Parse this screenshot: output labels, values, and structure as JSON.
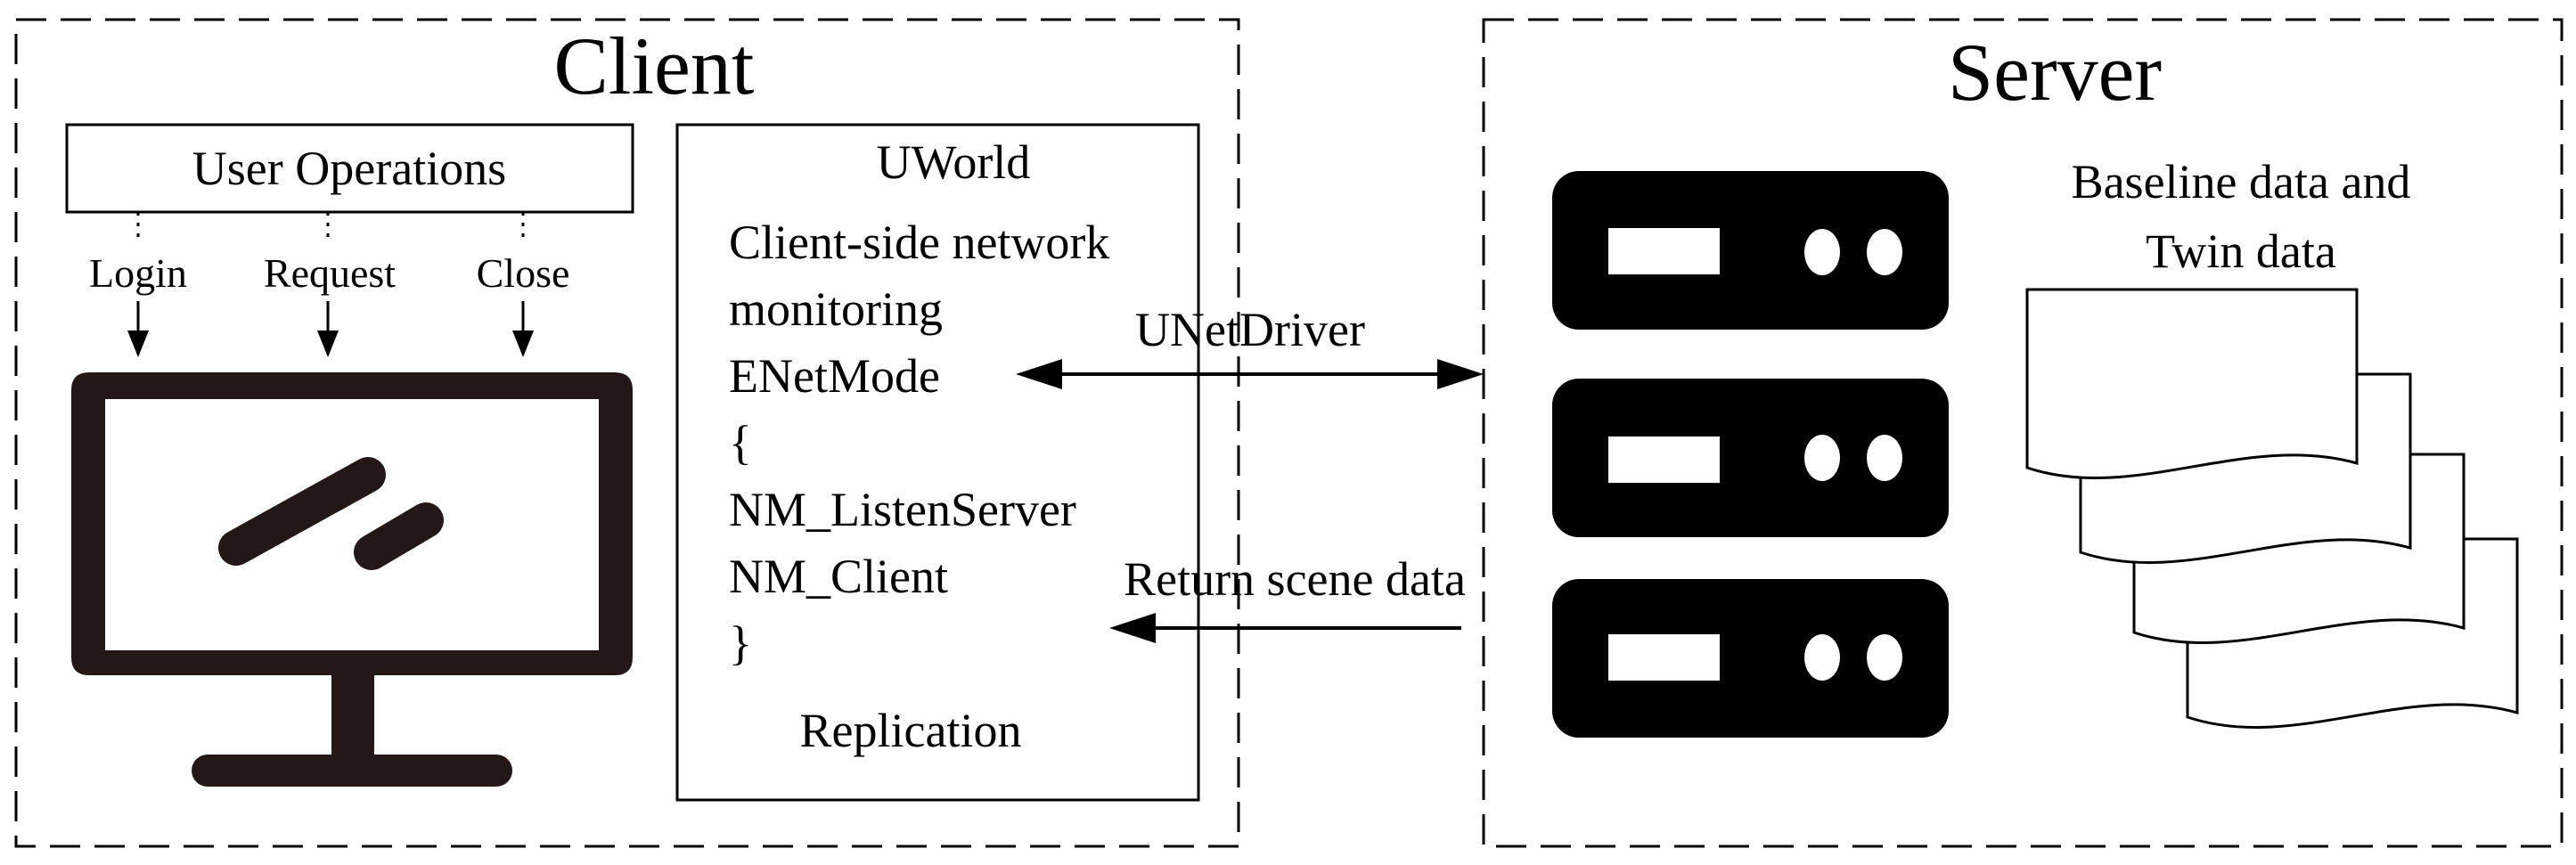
{
  "client": {
    "title": "Client",
    "user_operations": "User Operations",
    "ops": [
      "Login",
      "Request",
      "Close"
    ]
  },
  "uworld": {
    "title": "UWorld",
    "lines": [
      "Client-side network",
      "monitoring",
      "ENetMode",
      "{",
      "NM_ListenServer",
      "NM_Client",
      "}"
    ],
    "replication": "Replication"
  },
  "links": {
    "unetdriver": "UNetDriver",
    "return_scene": "Return scene data"
  },
  "server": {
    "title": "Server",
    "data_label": [
      "Baseline data and",
      "Twin data"
    ]
  },
  "colors": {
    "line": "#000000",
    "monitor": "#231815",
    "server_rack": "#000000"
  }
}
